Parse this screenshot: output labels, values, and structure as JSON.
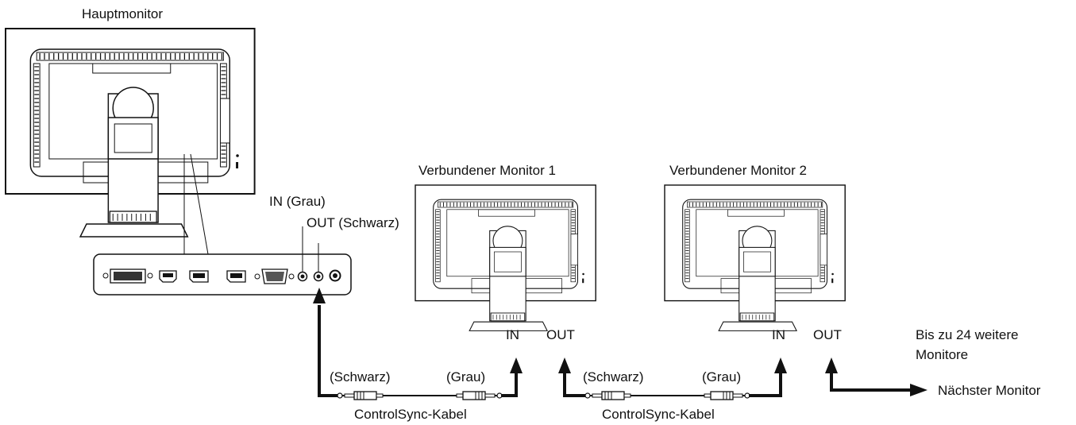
{
  "labels": {
    "main_monitor": "Hauptmonitor",
    "connected_monitor_1": "Verbundener Monitor 1",
    "connected_monitor_2": "Verbundener Monitor 2",
    "port_in_grey": "IN (Grau)",
    "port_out_black": "OUT (Schwarz)",
    "m1_in": "IN",
    "m1_out": "OUT",
    "m2_in": "IN",
    "m2_out": "OUT",
    "cable1_black": "(Schwarz)",
    "cable1_grey": "(Grau)",
    "cable2_black": "(Schwarz)",
    "cable2_grey": "(Grau)",
    "cable1_name": "ControlSync-Kabel",
    "cable2_name": "ControlSync-Kabel",
    "more_monitors_line1": "Bis zu 24 weitere",
    "more_monitors_line2": "Monitore",
    "next_monitor": "Nächster Monitor"
  }
}
